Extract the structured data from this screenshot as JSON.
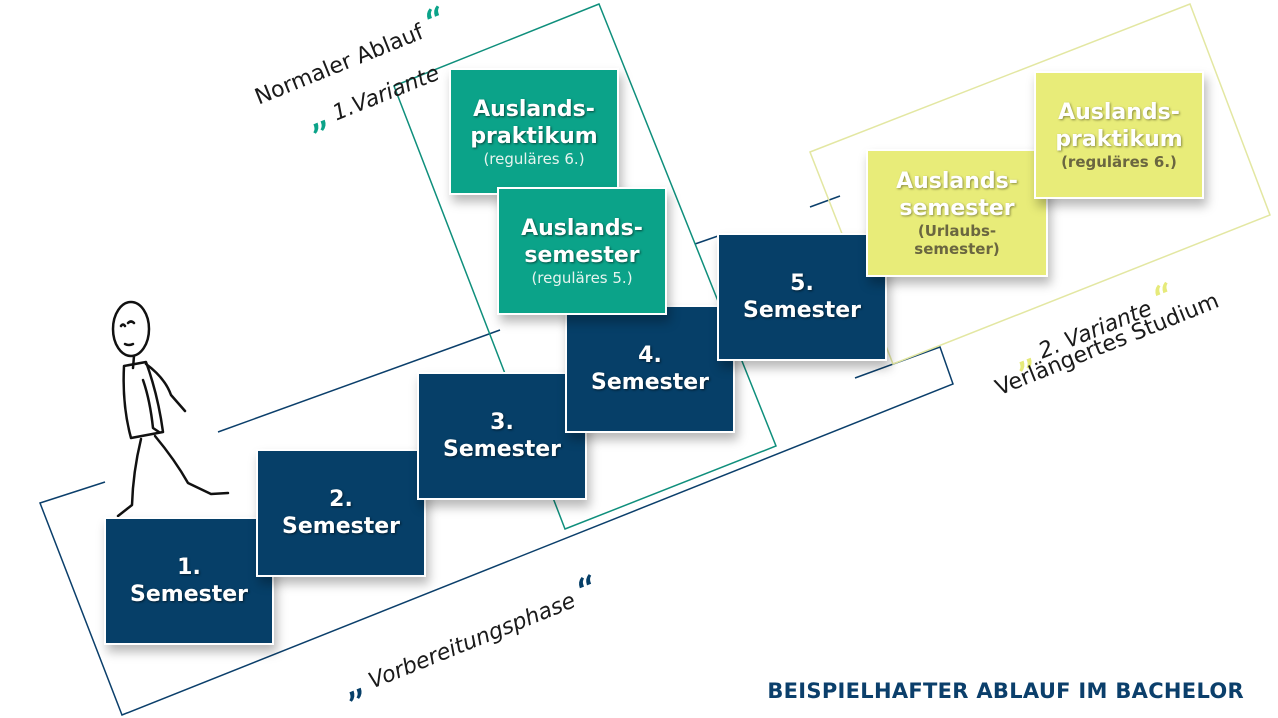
{
  "frames": {
    "preparation": {
      "label": "Vorbereitungsphase",
      "open_quote": "„",
      "close_quote": "“"
    },
    "variant1": {
      "line1": "Normaler Ablauf",
      "line2": "1.Variante",
      "open_quote": "„",
      "close_quote": "“"
    },
    "variant2": {
      "line1": "2. Variante",
      "line2": "Verlängertes Studium",
      "open_quote": "„",
      "close_quote": "“"
    }
  },
  "steps": [
    {
      "num": "1.",
      "label": "Semester"
    },
    {
      "num": "2.",
      "label": "Semester"
    },
    {
      "num": "3.",
      "label": "Semester"
    },
    {
      "num": "4.",
      "label": "Semester"
    },
    {
      "num": "5.",
      "label": "Semester"
    }
  ],
  "variant1_boxes": [
    {
      "line1": "Auslands-",
      "line2": "praktikum",
      "sub": "(reguläres 6.)"
    },
    {
      "line1": "Auslands-",
      "line2": "semester",
      "sub": "(reguläres 5.)"
    }
  ],
  "variant2_boxes": [
    {
      "line1": "Auslands-",
      "line2": "semester",
      "sub1": "(Urlaubs-",
      "sub2": "semester)"
    },
    {
      "line1": "Auslands-",
      "line2": "praktikum",
      "sub": "(reguläres 6.)"
    }
  ],
  "footer_title": "BEISPIELHAFTER ABLAUF IM BACHELOR",
  "colors": {
    "navy": "#063f68",
    "teal": "#0ba389",
    "lime": "#e8ec79",
    "frame_prep": "#0b3f6b",
    "frame_variant1": "#0f8f7c",
    "frame_variant2": "#e3e7a2"
  }
}
